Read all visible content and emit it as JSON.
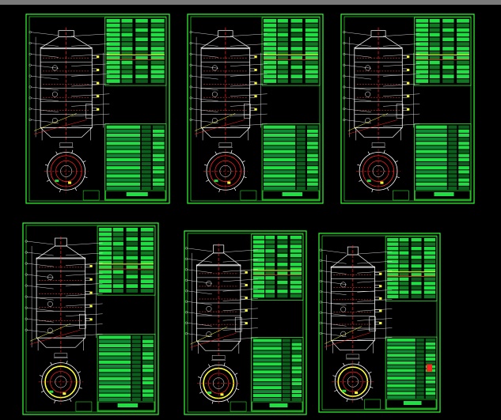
{
  "app": {
    "title": ""
  },
  "colors": {
    "background": "#000000",
    "frame": "#33ff33",
    "drawing": "#ffffff",
    "accent": "#ff2222",
    "highlight": "#ffff33",
    "fill": "#22dd44",
    "toolbar": "#7a7a7a"
  },
  "sheets": [
    {
      "id": "sheet-1"
    },
    {
      "id": "sheet-2"
    },
    {
      "id": "sheet-3"
    },
    {
      "id": "sheet-4"
    },
    {
      "id": "sheet-5"
    },
    {
      "id": "sheet-6"
    }
  ]
}
